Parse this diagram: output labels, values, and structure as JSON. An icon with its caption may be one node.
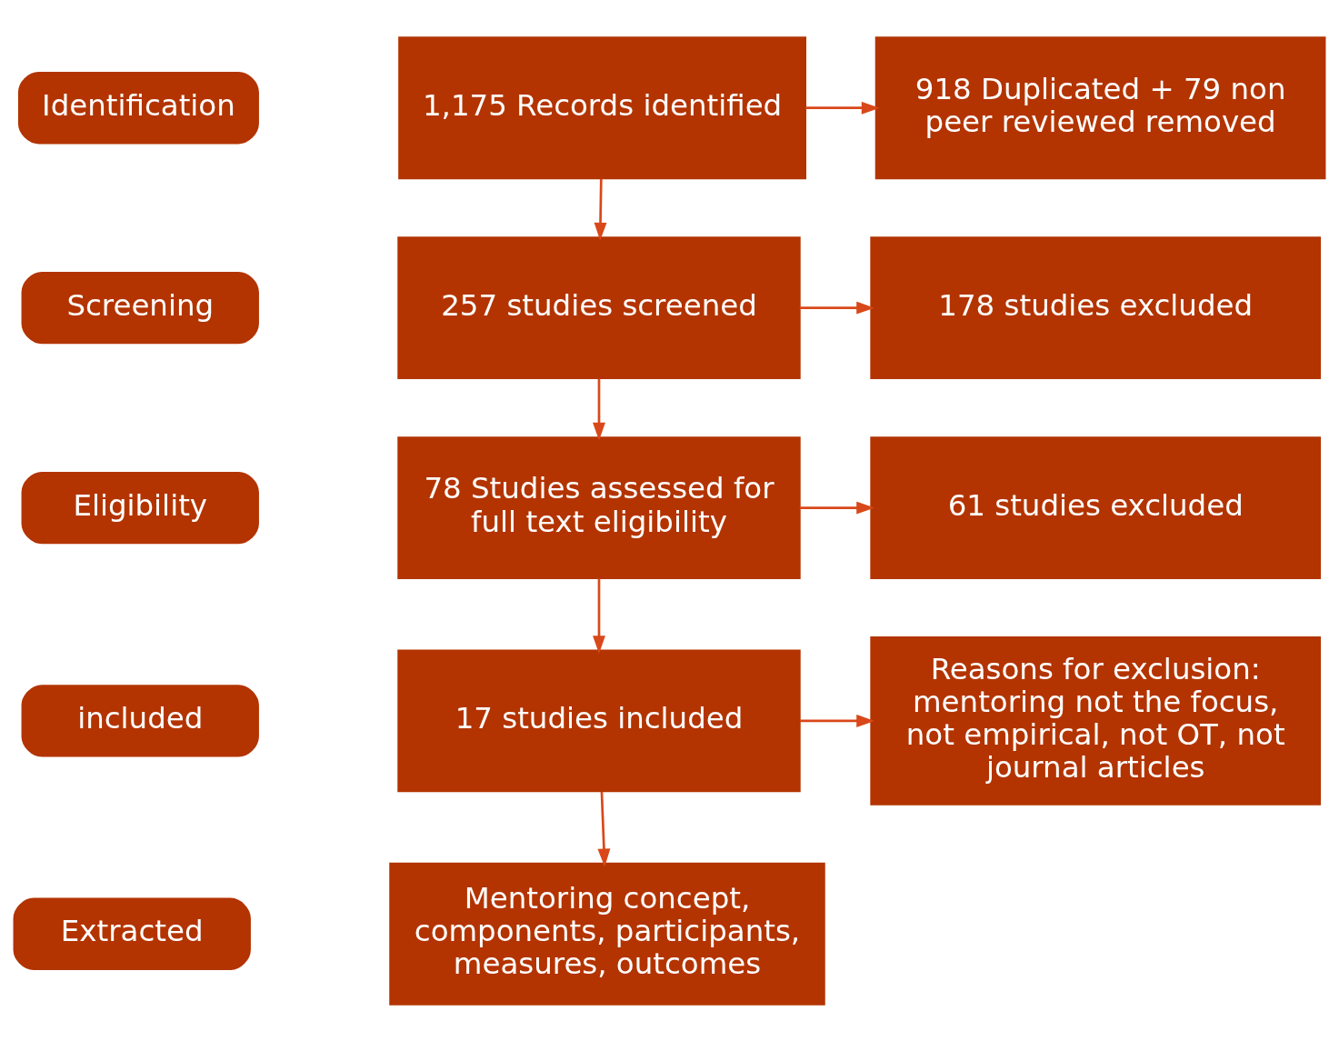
{
  "diagram": {
    "nodes": [
      {
        "text": [
          "Identification"
        ]
      },
      {
        "text": [
          "1,175 Records identified"
        ]
      },
      {
        "text": [
          "918 Duplicated + 79 non peer reviewed removed"
        ]
      },
      {
        "text": [
          "Screening"
        ]
      },
      {
        "text": [
          "257 studies screened"
        ]
      },
      {
        "text": [
          "178 studies excluded"
        ]
      },
      {
        "text": [
          "Eligibility"
        ]
      },
      {
        "text": [
          "78 Studies assessed for full text eligibility"
        ]
      },
      {
        "text": [
          "61 studies excluded"
        ]
      },
      {
        "text": [
          "included"
        ]
      },
      {
        "text": [
          "17 studies included"
        ]
      },
      {
        "text": [
          "Reasons for exclusion: mentoring not the focus, not empirical, not OT, not journal articles"
        ]
      },
      {
        "text": [
          "Extracted"
        ]
      },
      {
        "text": [
          "Mentoring concept, components, participants, measures, outcomes"
        ]
      }
    ],
    "edges": [
      {
        "from": 1,
        "to": 2,
        "arrow": "to"
      },
      {
        "from": 1,
        "to": 4,
        "arrow": "to"
      },
      {
        "from": 4,
        "to": 5,
        "arrow": "to"
      },
      {
        "from": 4,
        "to": 7,
        "arrow": "to"
      },
      {
        "from": 7,
        "to": 8,
        "arrow": "to"
      },
      {
        "from": 7,
        "to": 10,
        "arrow": "to"
      },
      {
        "from": 10,
        "to": 11,
        "arrow": "to"
      },
      {
        "from": 10,
        "to": 13,
        "arrow": "to"
      }
    ]
  }
}
